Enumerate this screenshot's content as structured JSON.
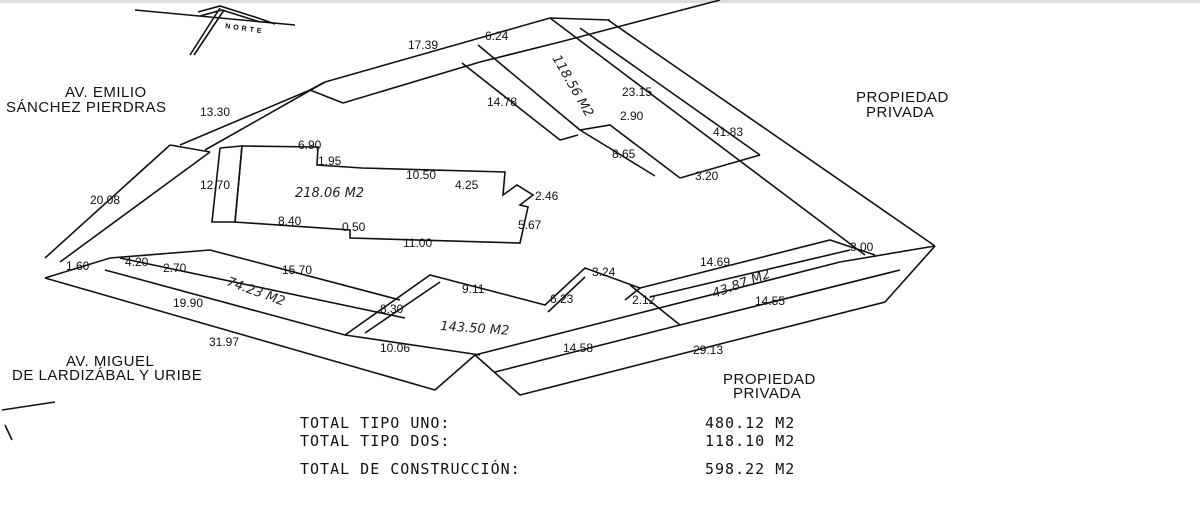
{
  "north_label": "NORTE",
  "streets": {
    "north_west": [
      "AV. EMILIO",
      "SÁNCHEZ PIERDRAS"
    ],
    "south_west": [
      "AV. MIGUEL",
      "DE LARDIZÁBAL Y URIBE"
    ],
    "east": [
      "PROPIEDAD",
      "PRIVADA"
    ],
    "south_east": [
      "PROPIEDAD",
      "PRIVADA"
    ]
  },
  "areas": {
    "main_building": "218.06 M2",
    "north_strip": "118.56 M2",
    "south_strip": "74.23 M2",
    "south_building": "143.50 M2",
    "east_strip": "43.87 M2"
  },
  "dimensions": [
    "17.39",
    "6.24",
    "13.30",
    "14.78",
    "23.15",
    "2.90",
    "41.83",
    "8.65",
    "3.20",
    "6.90",
    "1.95",
    "10.50",
    "4.25",
    "2.46",
    "12.70",
    "20.08",
    "8.40",
    "0.50",
    "11.00",
    "5.67",
    "1.60",
    "4.20",
    "2.70",
    "15.70",
    "19.90",
    "8.30",
    "9.11",
    "3.24",
    "6.23",
    "2.12",
    "14.69",
    "3.00",
    "14.55",
    "31.97",
    "10.06",
    "14.58",
    "29.13"
  ],
  "totals": [
    {
      "label": "TOTAL TIPO UNO:",
      "value": "480.12 M2"
    },
    {
      "label": "TOTAL TIPO DOS:",
      "value": "118.10 M2"
    },
    {
      "label": "TOTAL DE CONSTRUCCIÓN:",
      "value": "598.22 M2"
    }
  ]
}
